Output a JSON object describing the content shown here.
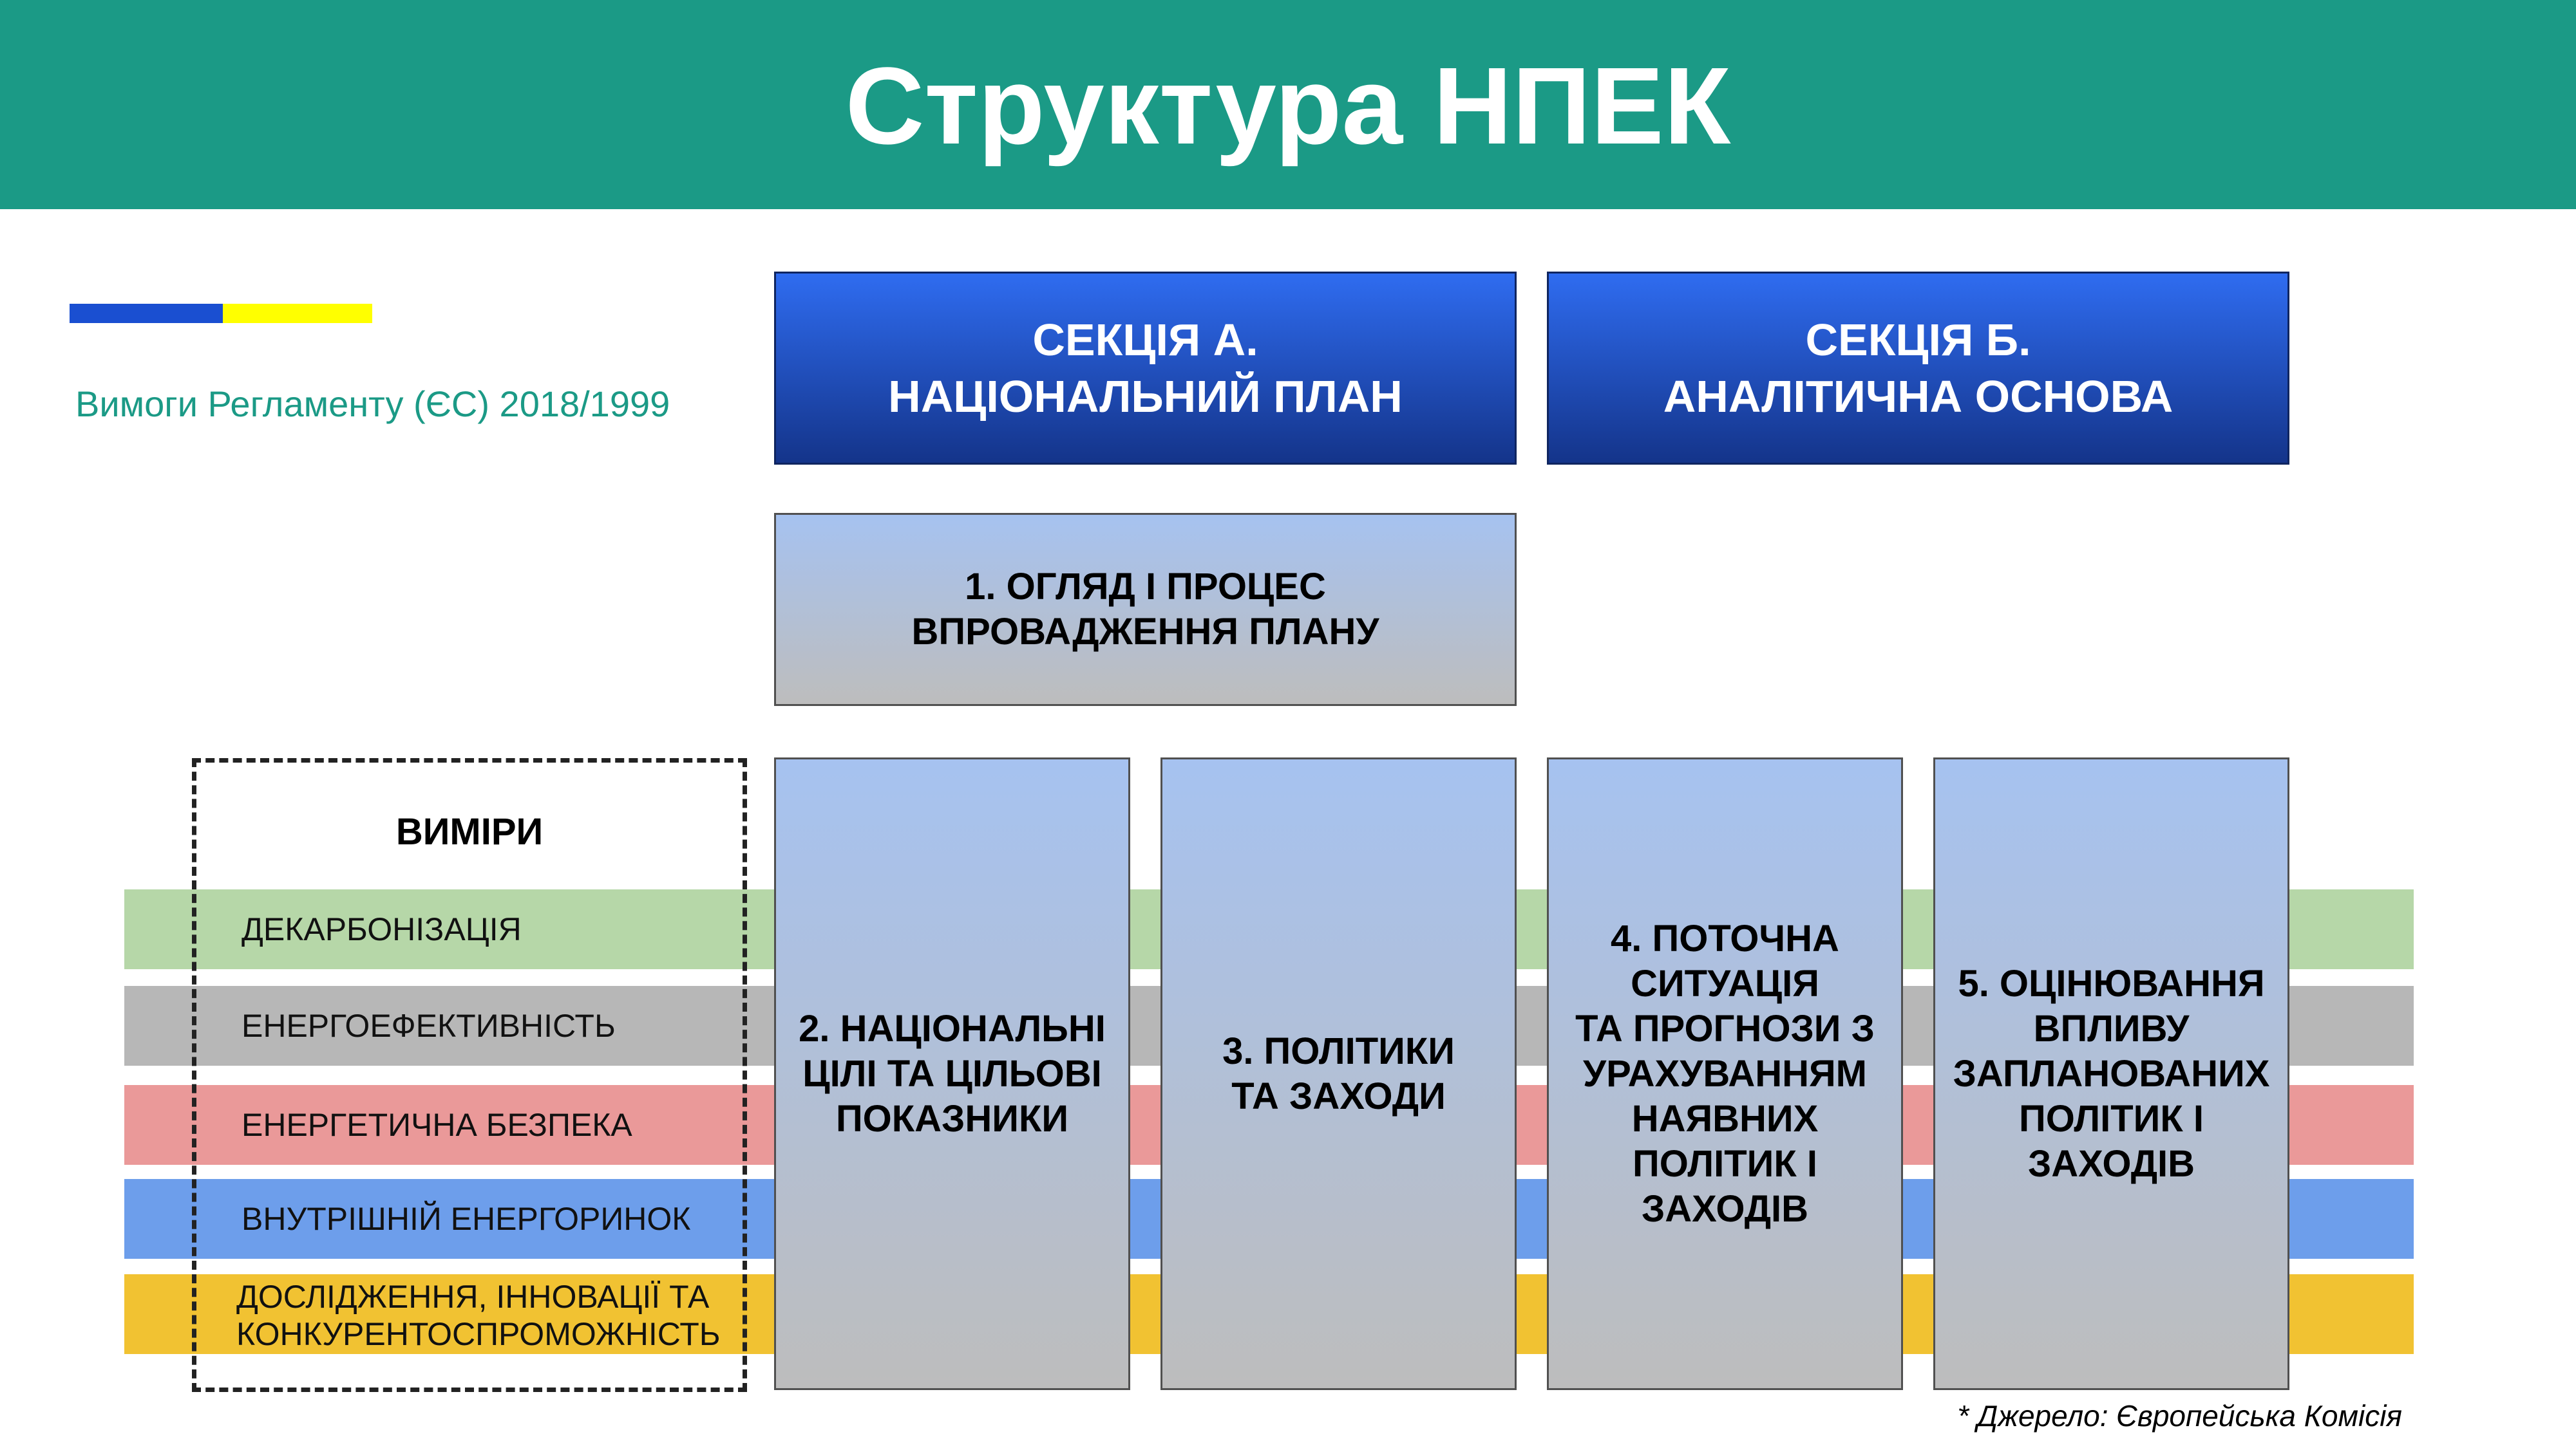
{
  "header": {
    "title": "Структура НПЕК"
  },
  "subtitle": "Вимоги Регламенту (ЄС) 2018/1999",
  "sections": {
    "a": {
      "line1": "СЕКЦІЯ А.",
      "line2": "НАЦІОНАЛЬНИЙ ПЛАН"
    },
    "b": {
      "line1": "СЕКЦІЯ Б.",
      "line2": "АНАЛІТИЧНА ОСНОВА"
    }
  },
  "boxes": {
    "b1": [
      "1. ОГЛЯД І ПРОЦЕС",
      "ВПРОВАДЖЕННЯ ПЛАНУ"
    ],
    "b2": [
      "2. НАЦІОНАЛЬНІ",
      "ЦІЛІ ТА ЦІЛЬОВІ",
      "ПОКАЗНИКИ"
    ],
    "b3": [
      "3. ПОЛІТИКИ",
      "ТА ЗАХОДИ"
    ],
    "b4": [
      "4. ПОТОЧНА",
      "СИТУАЦІЯ",
      "ТА ПРОГНОЗИ З",
      "УРАХУВАННЯМ",
      "НАЯВНИХ",
      "ПОЛІТИК І",
      "ЗАХОДІВ"
    ],
    "b5": [
      "5. ОЦІНЮВАННЯ",
      "ВПЛИВУ",
      "ЗАПЛАНОВАНИХ",
      "ПОЛІТИК І",
      "ЗАХОДІВ"
    ]
  },
  "dimensions": {
    "title": "ВИМІРИ",
    "items": [
      {
        "label": "ДЕКАРБОНІЗАЦІЯ",
        "color": "#b6d7a8"
      },
      {
        "label": "ЕНЕРГОЕФЕКТИВНІСТЬ",
        "color": "#b7b7b7"
      },
      {
        "label": "ЕНЕРГЕТИЧНА БЕЗПЕКА",
        "color": "#ea9999"
      },
      {
        "label": "ВНУТРІШНІЙ ЕНЕРГОРИНОК",
        "color": "#6d9eeb"
      },
      {
        "label": "ДОСЛІДЖЕННЯ, ІННОВАЦІЇ ТА",
        "label2": "КОНКУРЕНТОСПРОМОЖНІСТЬ",
        "color": "#f1c232"
      }
    ]
  },
  "colors": {
    "header": "#1b9a86",
    "section_top": "#2f6cf0",
    "section_bottom": "#14348a",
    "box_top": "#a6c2f0",
    "box_bottom": "#bdbdbd",
    "flag_blue": "#1a4fd1",
    "flag_yellow": "#ffff00"
  },
  "source": "* Джерело: Європейська Комісія"
}
